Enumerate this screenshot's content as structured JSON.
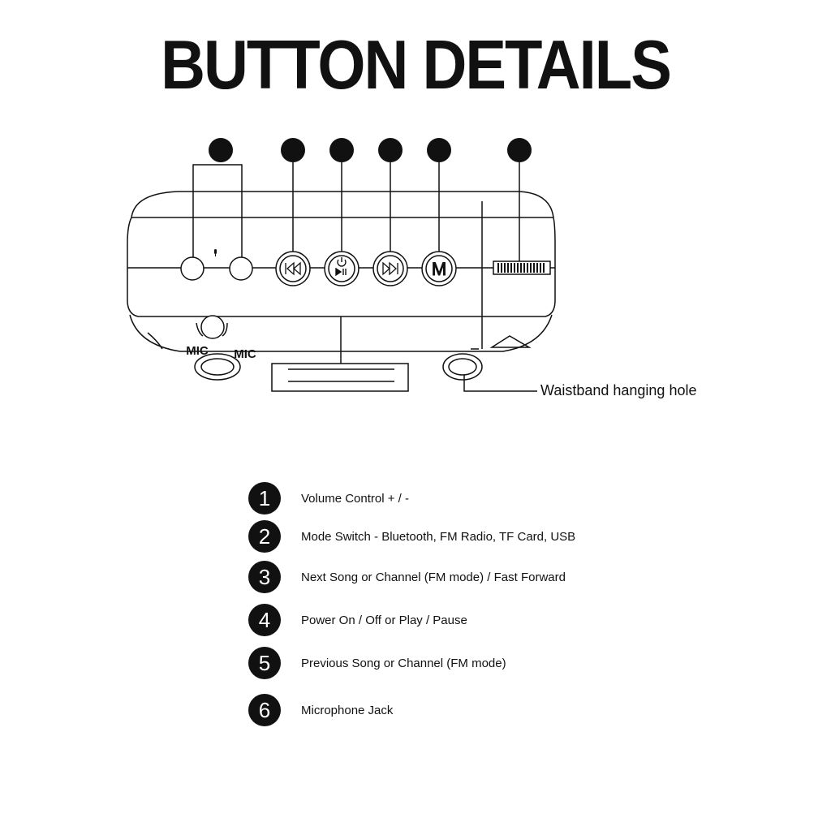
{
  "title": "BUTTON DETAILS",
  "diagram": {
    "callouts": [
      "1",
      "2",
      "3",
      "4",
      "5",
      "6"
    ],
    "mic_label_left": "MIC",
    "mic_label_right": "MIC",
    "mode_button_glyph": "M",
    "waistband_label": "Waistband hanging hole",
    "icons": {
      "previous": "previous-track-icon",
      "power_play": "power-play-pause-icon",
      "next": "next-track-icon",
      "mode": "mode-m-icon",
      "mic_small": "microphone-icon"
    }
  },
  "legend": [
    {
      "number": "1",
      "label": "Volume Control + / -"
    },
    {
      "number": "2",
      "label": "Mode Switch - Bluetooth, FM Radio, TF Card, USB"
    },
    {
      "number": "3",
      "label": "Next Song or Channel (FM mode) / Fast Forward"
    },
    {
      "number": "4",
      "label": "Power On / Off or Play / Pause"
    },
    {
      "number": "5",
      "label": "Previous Song or Channel (FM mode)"
    },
    {
      "number": "6",
      "label": "Microphone Jack"
    }
  ],
  "colors": {
    "ink": "#111111",
    "background": "#ffffff"
  }
}
